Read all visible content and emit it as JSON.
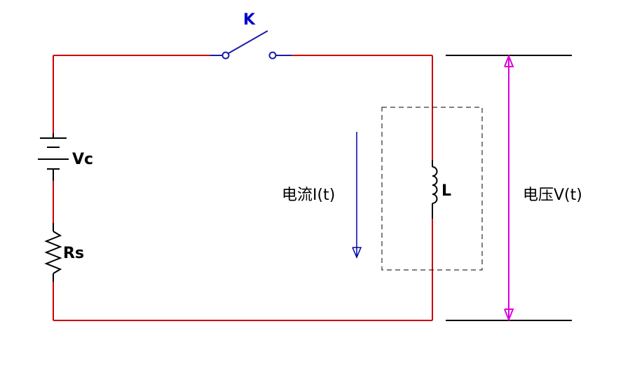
{
  "labels": {
    "switch": "K",
    "source": "Vc",
    "resistor": "Rs",
    "inductor": "L",
    "current": "电流I(t)",
    "voltage": "电压V(t)"
  },
  "colors": {
    "wire": "#cc0000",
    "component": "#000000",
    "switch": "#1a1aaa",
    "switch_label": "#0000cc",
    "current_arrow": "#0000aa",
    "voltage_arrow": "#dd00dd",
    "dashed_box": "#000000"
  }
}
